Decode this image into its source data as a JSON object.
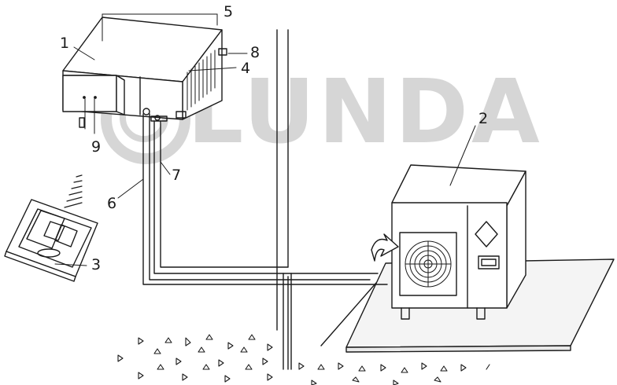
{
  "watermark": {
    "text": "LUNDA"
  },
  "callouts": {
    "indoor_unit": "1",
    "outdoor_unit": "2",
    "wired_controller": "3",
    "air_outlet": "4",
    "air_inlet": "5",
    "refrigerant_pipe": "6",
    "drain_pipe": "7",
    "drain_outlet": "8",
    "electric_box": "9"
  },
  "colors": {
    "line": "#1a1a1a",
    "watermark": "#cfcfcf",
    "floor": "#f4f4f4"
  },
  "icons": [
    "flow-arrow-icon",
    "warning-diamond-icon",
    "fan-grille-icon"
  ]
}
